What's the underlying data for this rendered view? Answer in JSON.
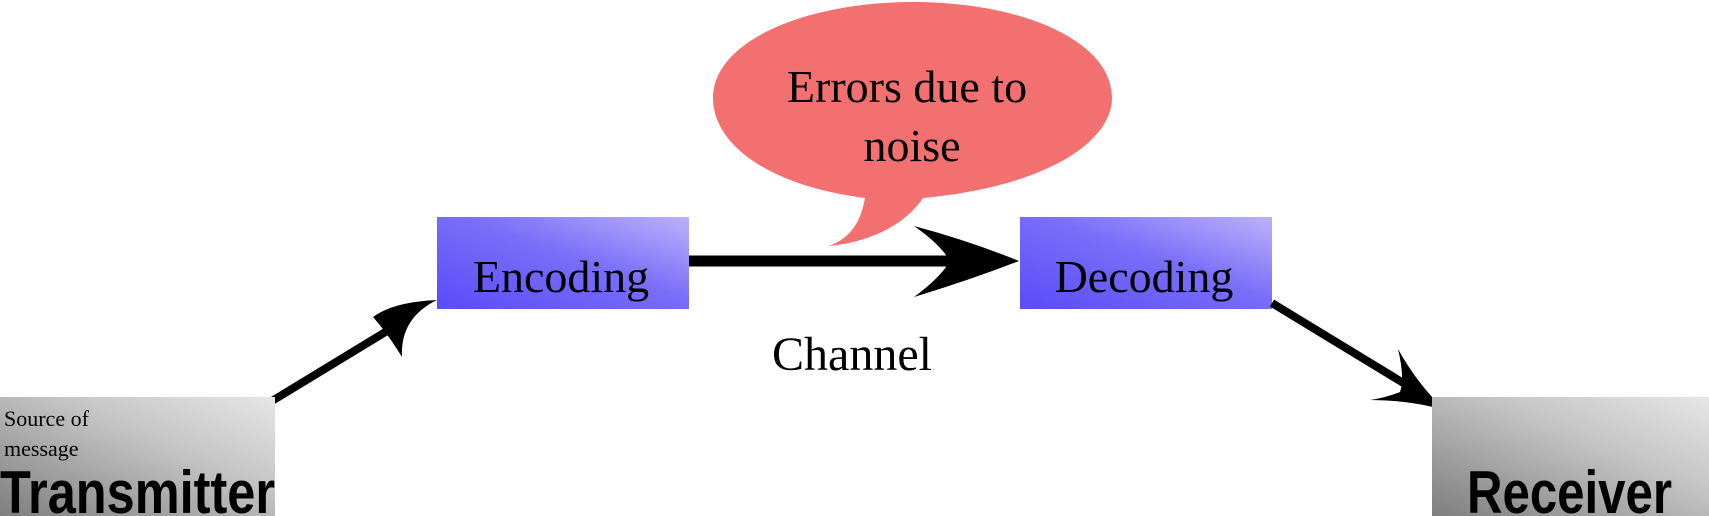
{
  "bubble": {
    "line1": "Errors due to",
    "line2": "noise",
    "fill": "#f27070"
  },
  "encoding": {
    "label": "Encoding"
  },
  "decoding": {
    "label": "Decoding"
  },
  "channel": {
    "label": "Channel"
  },
  "transmitter": {
    "label": "Transmitter",
    "caption_line1": "Source of",
    "caption_line2": "message"
  },
  "receiver": {
    "label": "Receiver"
  },
  "colors": {
    "box_blue_dark": "#5a4cf8",
    "box_blue_light": "#b8aef9",
    "endpoint_gray_dark": "#8a8a8a",
    "endpoint_gray_light": "#e2e2e2",
    "arrow": "#000000"
  }
}
